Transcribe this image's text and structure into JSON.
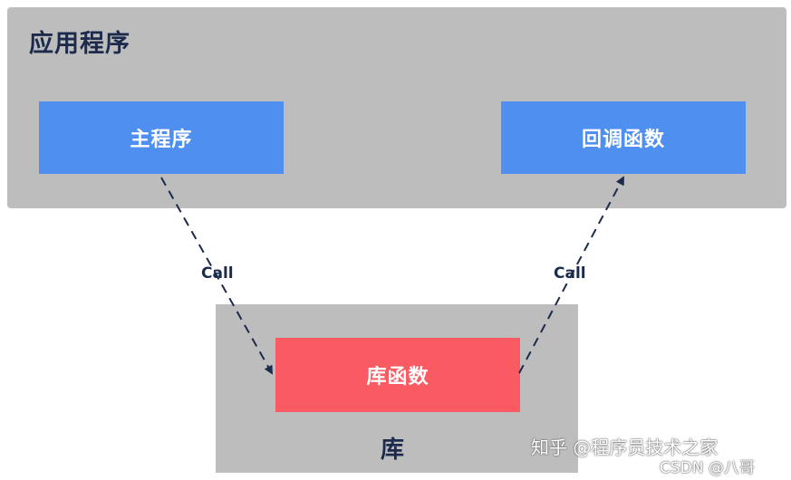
{
  "diagram": {
    "app_panel": {
      "title": "应用程序"
    },
    "library_panel": {
      "title": "库"
    },
    "nodes": {
      "main_program": "主程序",
      "callback": "回调函数",
      "library_function": "库函数"
    },
    "edges": [
      {
        "from": "主程序",
        "to": "库函数",
        "label": "Call",
        "style": "dashed"
      },
      {
        "from": "库函数",
        "to": "回调函数",
        "label": "Call",
        "style": "dashed"
      }
    ],
    "colors": {
      "panel": "#bdbdbe",
      "blue_box": "#4f8ff0",
      "red_box": "#fa5a62",
      "text_dark": "#1c2b4c",
      "box_text": "#ffffff"
    }
  },
  "watermark": {
    "line1": "知乎 @程序员技术之家",
    "line2": "CSDN @八哥"
  }
}
